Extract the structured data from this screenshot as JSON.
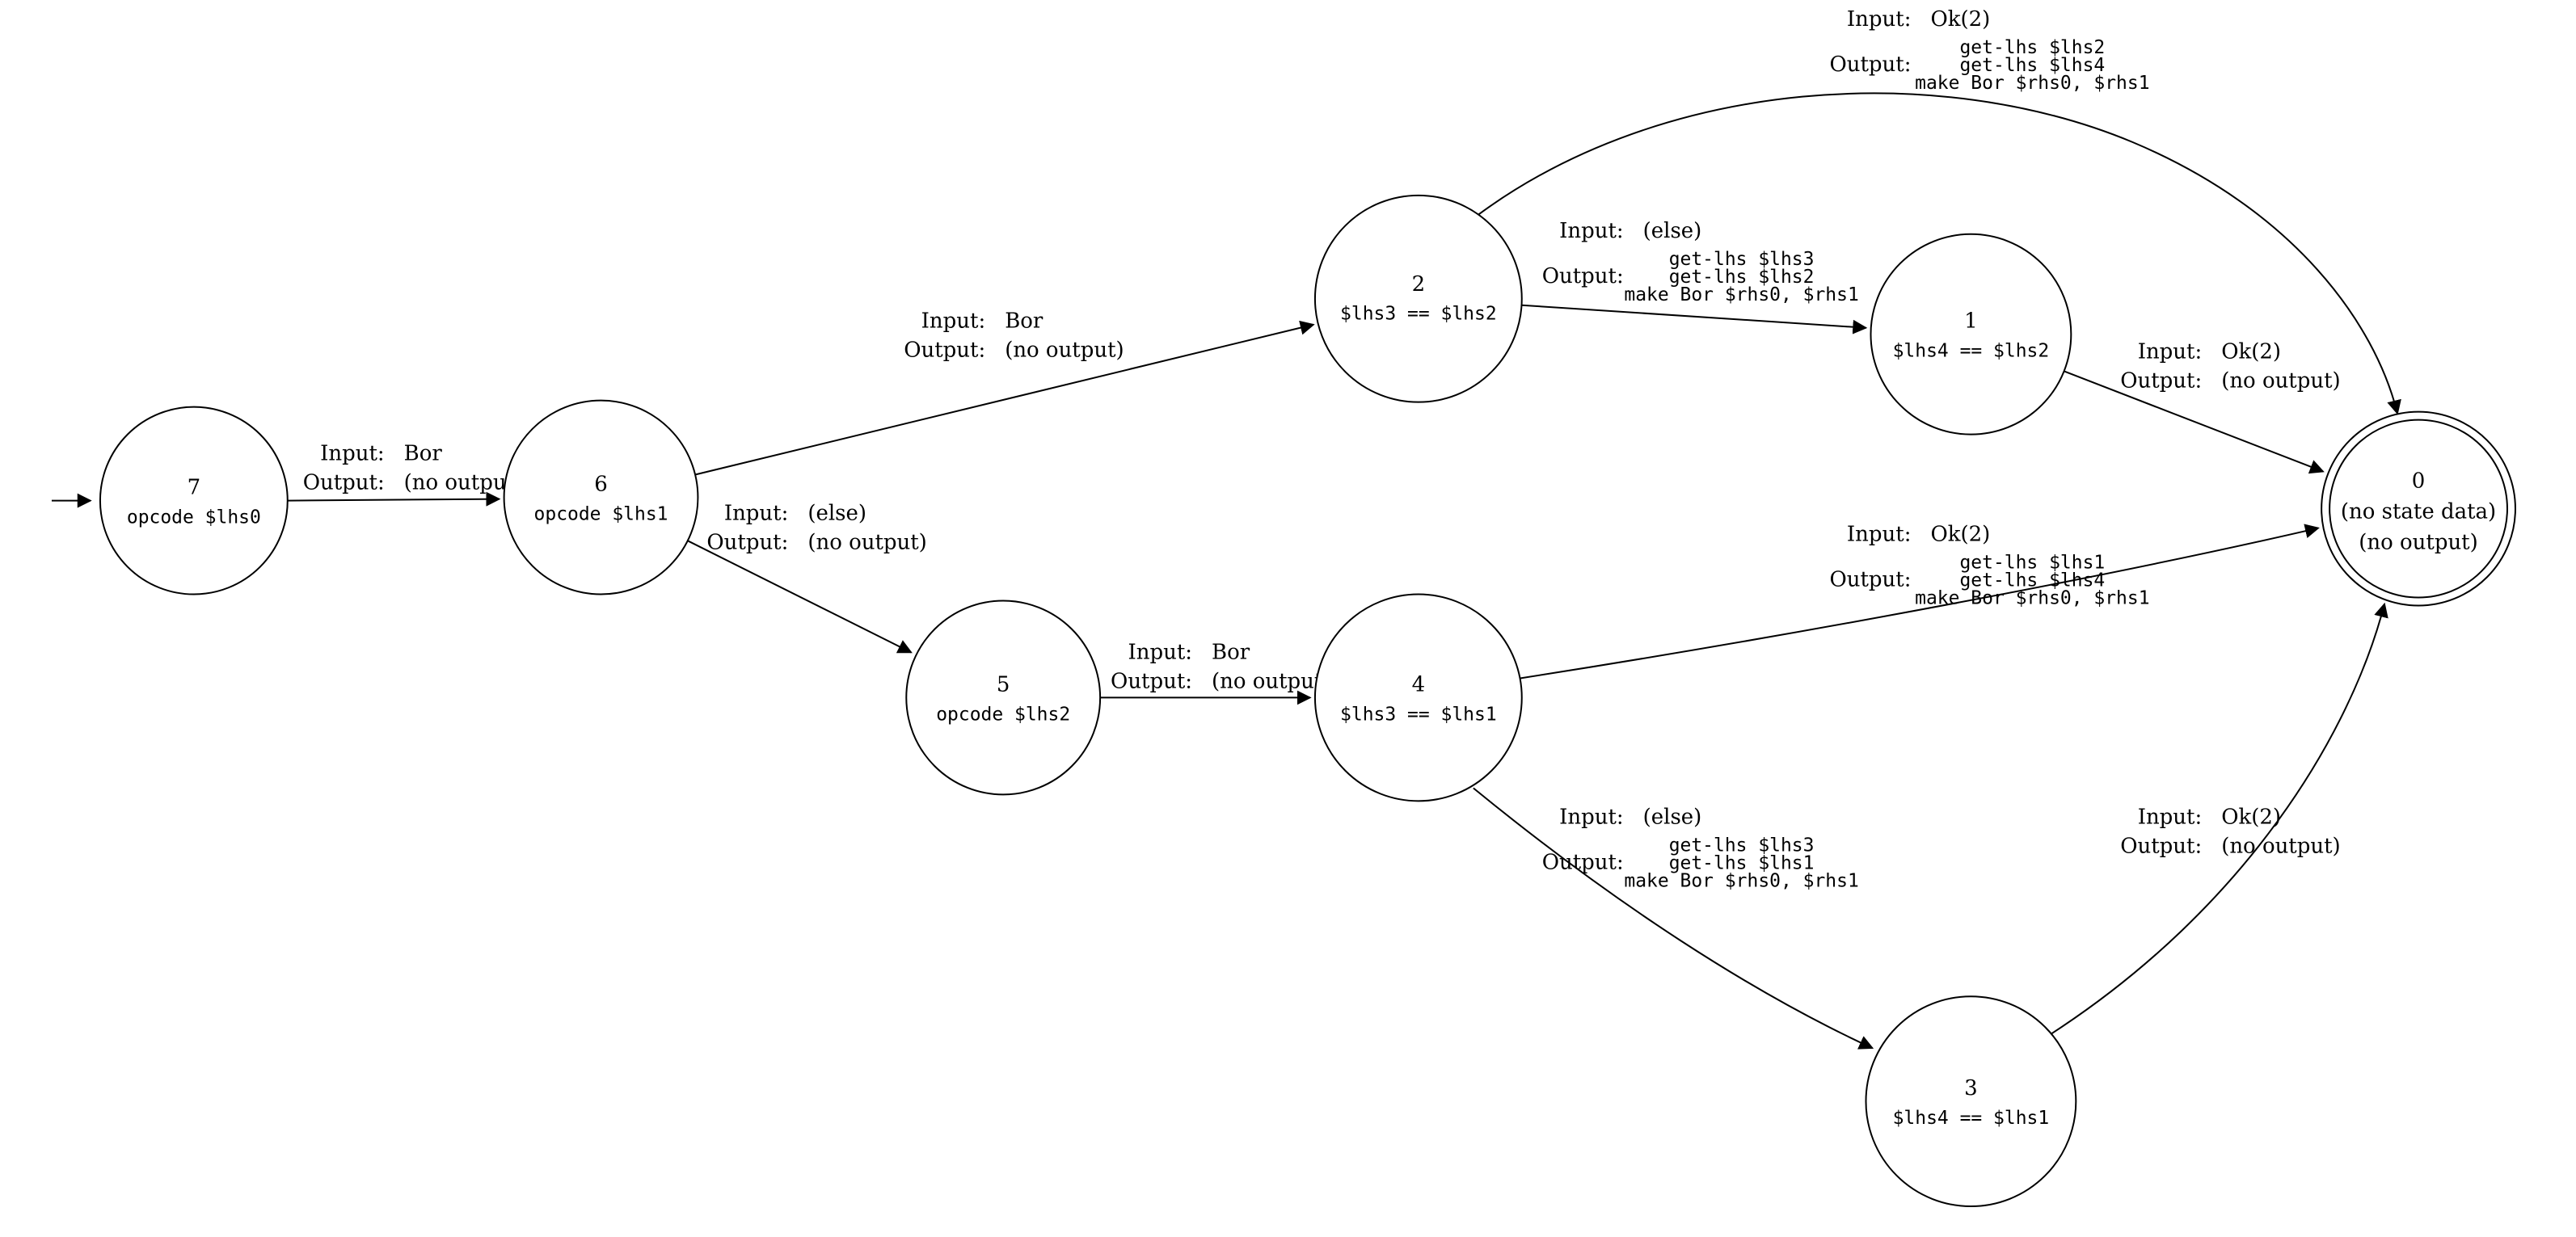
{
  "diagram": {
    "type": "state-machine",
    "field_labels": {
      "input": "Input:",
      "output": "Output:"
    },
    "nodes": {
      "n7": {
        "id": "7",
        "label": "opcode $lhs0"
      },
      "n6": {
        "id": "6",
        "label": "opcode $lhs1"
      },
      "n5": {
        "id": "5",
        "label": "opcode $lhs2"
      },
      "n2": {
        "id": "2",
        "label": "$lhs3 == $lhs2"
      },
      "n1": {
        "id": "1",
        "label": "$lhs4 == $lhs2"
      },
      "n4": {
        "id": "4",
        "label": "$lhs3 == $lhs1"
      },
      "n3": {
        "id": "3",
        "label": "$lhs4 == $lhs1"
      },
      "n0": {
        "id": "0",
        "label_line1": "(no state data)",
        "label_line2": "(no output)"
      }
    },
    "edges": {
      "e7_6": {
        "from": "7",
        "to": "6",
        "input": "Bor",
        "output": "(no output)"
      },
      "e6_2": {
        "from": "6",
        "to": "2",
        "input": "Bor",
        "output": "(no output)"
      },
      "e6_5": {
        "from": "6",
        "to": "5",
        "input": "(else)",
        "output": "(no output)"
      },
      "e5_4": {
        "from": "5",
        "to": "4",
        "input": "Bor",
        "output": "(no output)"
      },
      "e2_0": {
        "from": "2",
        "to": "0",
        "input": "Ok(2)",
        "output_lines": [
          "get-lhs $lhs2",
          "get-lhs $lhs4",
          "make Bor $rhs0, $rhs1"
        ]
      },
      "e2_1": {
        "from": "2",
        "to": "1",
        "input": "(else)",
        "output_lines": [
          "get-lhs $lhs3",
          "get-lhs $lhs2",
          "make Bor $rhs0, $rhs1"
        ]
      },
      "e1_0": {
        "from": "1",
        "to": "0",
        "input": "Ok(2)",
        "output": "(no output)"
      },
      "e4_0": {
        "from": "4",
        "to": "0",
        "input": "Ok(2)",
        "output_lines": [
          "get-lhs $lhs1",
          "get-lhs $lhs4",
          "make Bor $rhs0, $rhs1"
        ]
      },
      "e4_3": {
        "from": "4",
        "to": "3",
        "input": "(else)",
        "output_lines": [
          "get-lhs $lhs3",
          "get-lhs $lhs1",
          "make Bor $rhs0, $rhs1"
        ]
      },
      "e3_0": {
        "from": "3",
        "to": "0",
        "input": "Ok(2)",
        "output": "(no output)"
      }
    }
  }
}
